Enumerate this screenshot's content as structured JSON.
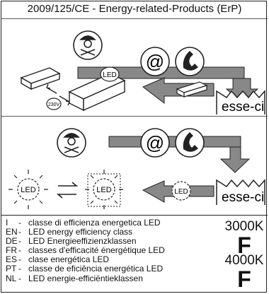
{
  "header": {
    "title": "2009/125/CE - Energy-related-Products (ErP)"
  },
  "panel_top": {
    "at_symbol": "@",
    "brand": "esse-ci",
    "led_label": "LED",
    "voltage_label": "230V"
  },
  "panel_bottom": {
    "at_symbol": "@",
    "brand": "esse-ci",
    "led_label": "LED"
  },
  "legend": {
    "rows": [
      {
        "lang": "I",
        "text": "classe di efficienza energetica LED"
      },
      {
        "lang": "EN",
        "text": "LED energy efficiency class"
      },
      {
        "lang": "DE",
        "text": "LED Energieeffizienzklassen"
      },
      {
        "lang": "FR",
        "text": "classes d'efficacité énergétique LED"
      },
      {
        "lang": "ES",
        "text": "clase energética LED"
      },
      {
        "lang": "PT",
        "text": "classe de eficiência energética LED"
      },
      {
        "lang": "NL",
        "text": "LED energie-efficiëntieklassen"
      }
    ],
    "dash": "-"
  },
  "classes": [
    {
      "kelvin": "3000K",
      "grade": "F"
    },
    {
      "kelvin": "4000K",
      "grade": "F"
    }
  ]
}
